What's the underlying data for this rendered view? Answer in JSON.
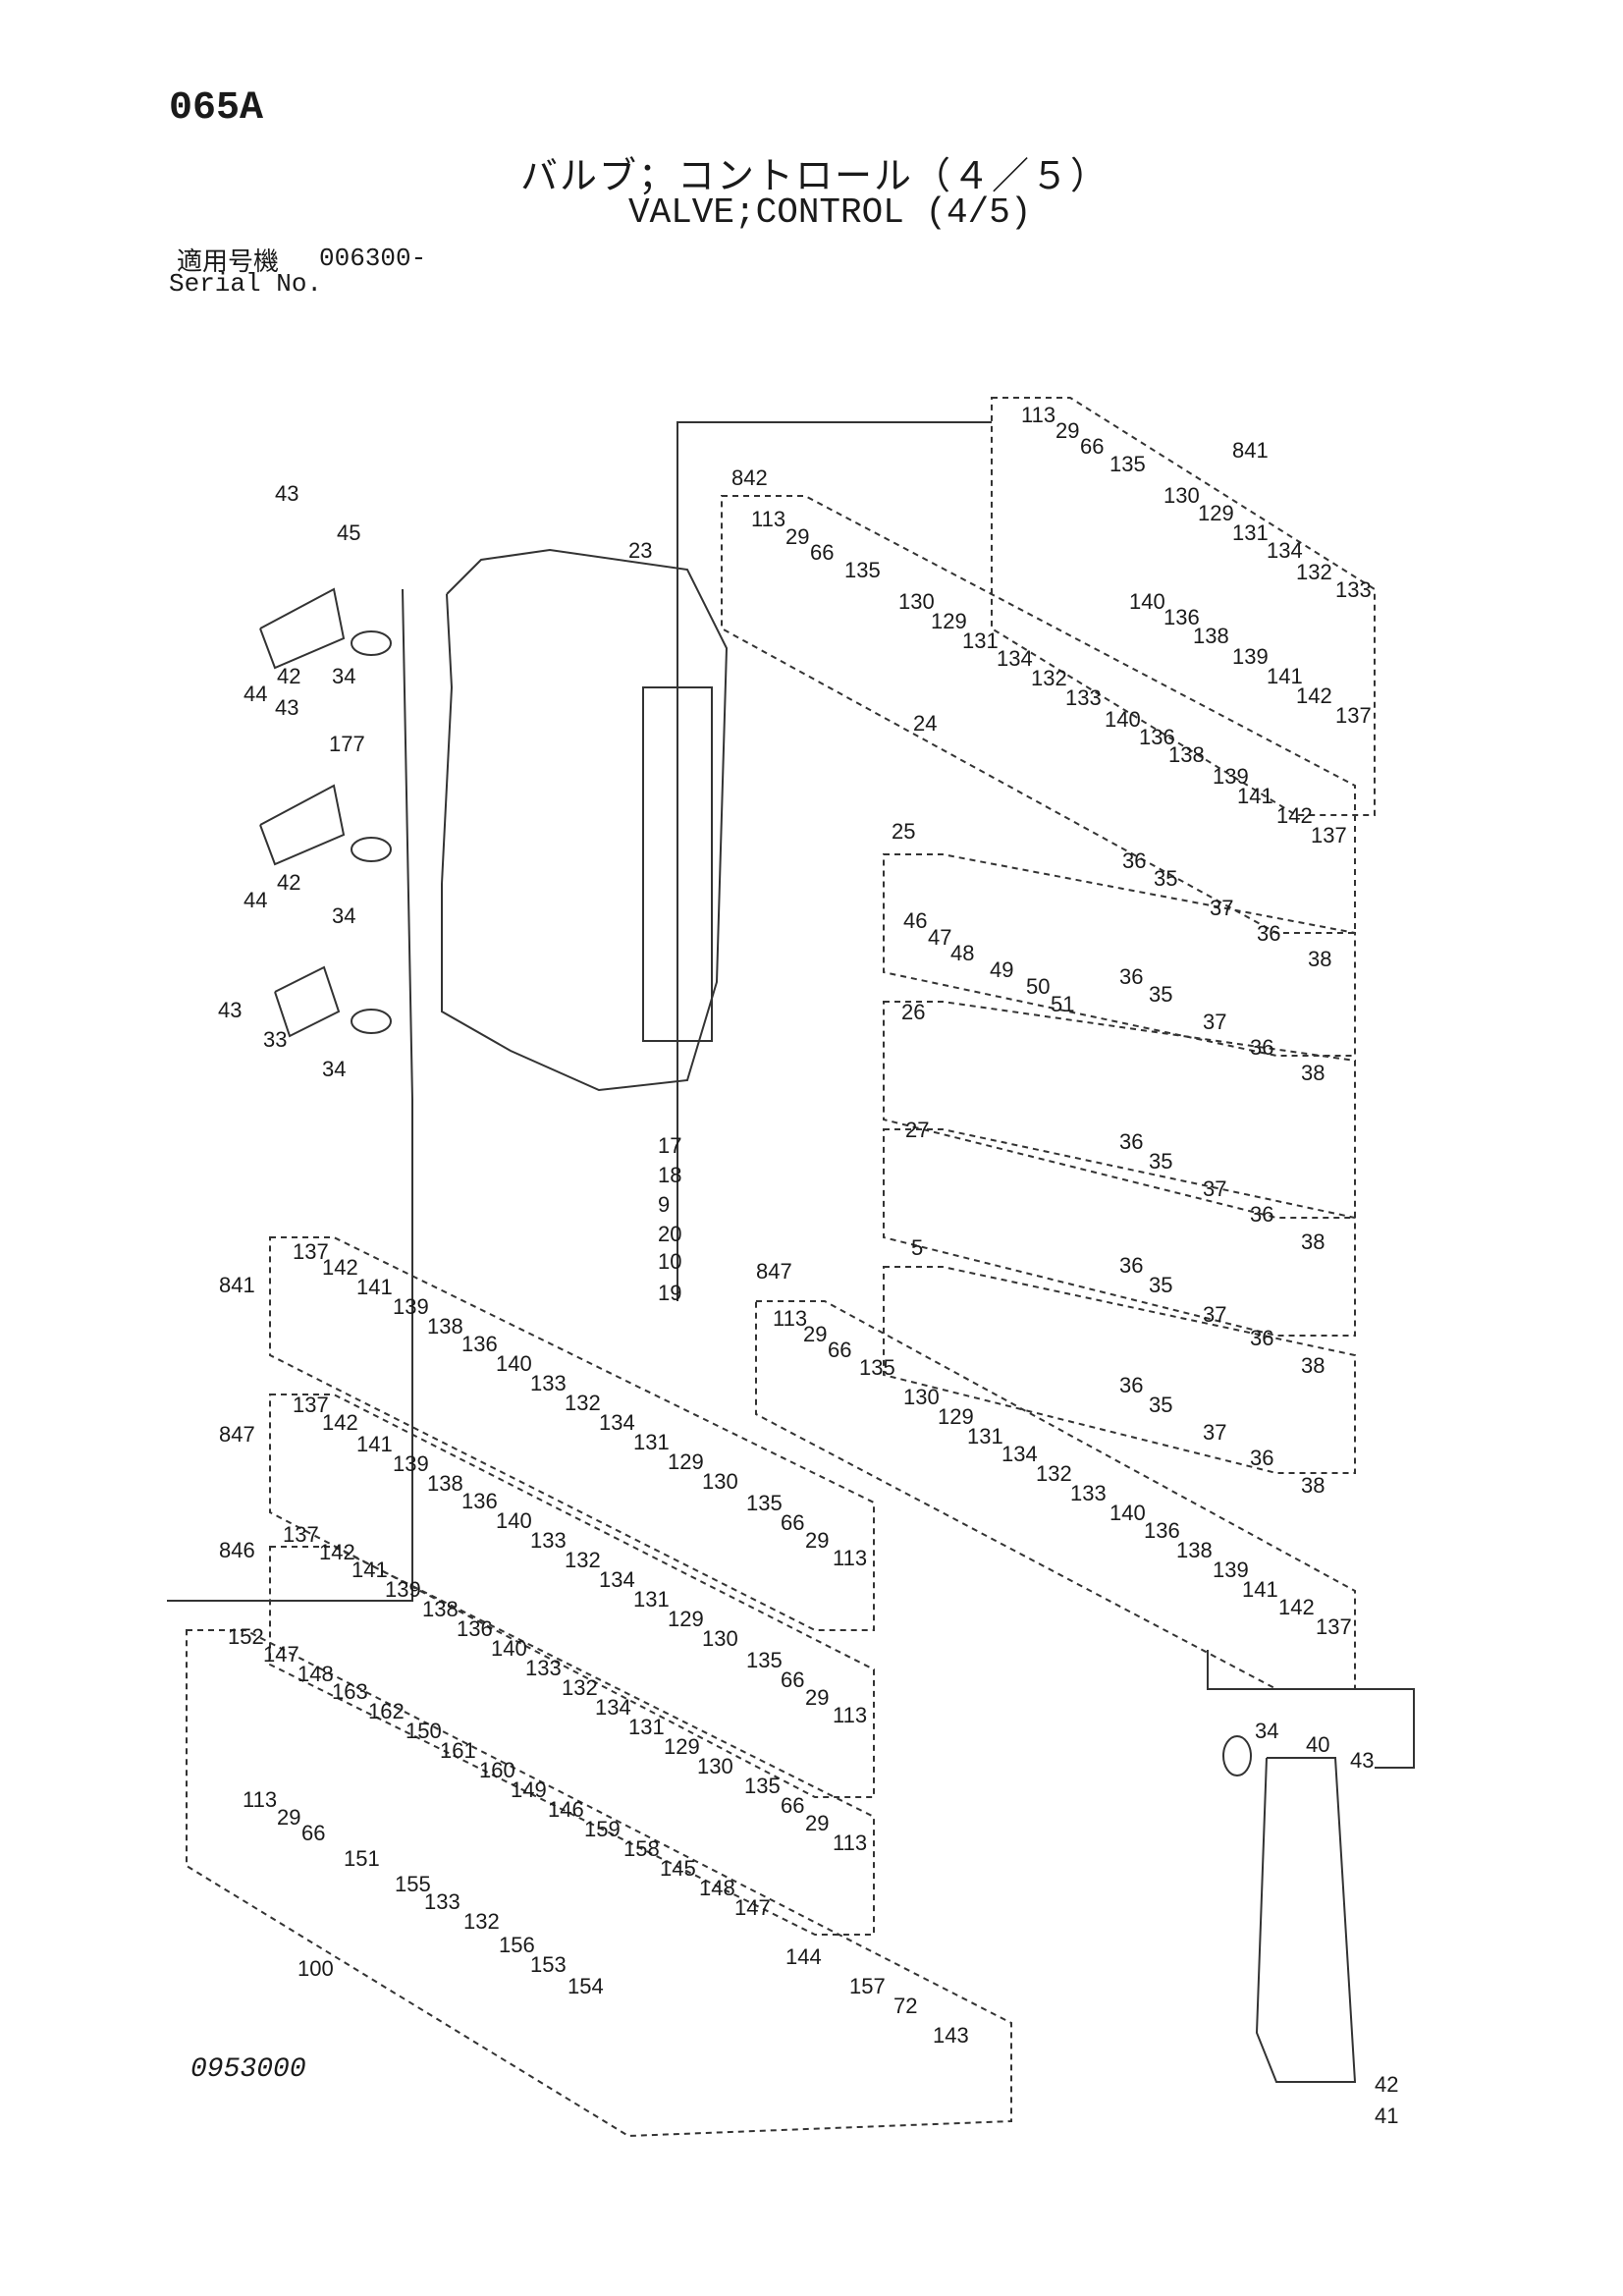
{
  "page_code": "065A",
  "title_jp": "バルブ；コントロール（４／５）",
  "title_en": "VALVE;CONTROL (4/5)",
  "serial": {
    "label_jp": "適用号機",
    "value": "006300-",
    "label_en": "Serial No."
  },
  "drawing_number": "0953000",
  "callouts": {
    "c1": "113",
    "c2": "29",
    "c3": "66",
    "c4": "135",
    "c5": "841",
    "c6": "130",
    "c7": "129",
    "c8": "131",
    "c9": "134",
    "c10": "132",
    "c11": "133",
    "c12": "140",
    "c13": "136",
    "c14": "138",
    "c15": "139",
    "c16": "141",
    "c17": "142",
    "c18": "137",
    "c19": "842",
    "c20": "113",
    "c21": "29",
    "c22": "66",
    "c23": "135",
    "c24": "130",
    "c25": "129",
    "c26": "131",
    "c27": "134",
    "c28": "132",
    "c29": "133",
    "c30": "140",
    "c31": "136",
    "c32": "138",
    "c33": "139",
    "c34": "141",
    "c35": "142",
    "c36": "137",
    "c37": "43",
    "c38": "45",
    "c39": "23",
    "c40": "34",
    "c41": "42",
    "c42": "44",
    "c43": "43",
    "c44": "177",
    "c45": "42",
    "c46": "44",
    "c47": "34",
    "c48": "43",
    "c49": "33",
    "c50": "34",
    "c51": "24",
    "c52": "25",
    "c53": "36",
    "c54": "35",
    "c55": "37",
    "c56": "36",
    "c57": "38",
    "c58": "46",
    "c59": "47",
    "c60": "48",
    "c61": "49",
    "c62": "50",
    "c63": "51",
    "c64": "36",
    "c65": "35",
    "c66": "37",
    "c67": "36",
    "c68": "38",
    "c69": "26",
    "c70": "27",
    "c71": "36",
    "c72": "35",
    "c73": "37",
    "c74": "36",
    "c75": "38",
    "c76": "5",
    "c77": "36",
    "c78": "35",
    "c79": "37",
    "c80": "36",
    "c81": "38",
    "c82": "36",
    "c83": "35",
    "c84": "37",
    "c85": "36",
    "c86": "38",
    "c87": "17",
    "c88": "18",
    "c89": "9",
    "c90": "20",
    "c91": "10",
    "c92": "19",
    "c93": "847",
    "c94": "113",
    "c95": "29",
    "c96": "66",
    "c97": "135",
    "c98": "130",
    "c99": "129",
    "c100": "131",
    "c101": "134",
    "c102": "132",
    "c103": "133",
    "c104": "140",
    "c105": "136",
    "c106": "138",
    "c107": "139",
    "c108": "141",
    "c109": "142",
    "c110": "137",
    "c111": "137",
    "c112": "142",
    "c113": "841",
    "c114": "141",
    "c115": "139",
    "c116": "138",
    "c117": "136",
    "c118": "140",
    "c119": "133",
    "c120": "132",
    "c121": "134",
    "c122": "131",
    "c123": "129",
    "c124": "130",
    "c125": "135",
    "c126": "66",
    "c127": "29",
    "c128": "113",
    "c129": "137",
    "c130": "142",
    "c131": "847",
    "c132": "141",
    "c133": "139",
    "c134": "138",
    "c135": "136",
    "c136": "140",
    "c137": "133",
    "c138": "132",
    "c139": "134",
    "c140": "131",
    "c141": "129",
    "c142": "130",
    "c143": "135",
    "c144": "66",
    "c145": "29",
    "c146": "113",
    "c147": "137",
    "c148": "846",
    "c149": "142",
    "c150": "141",
    "c151": "139",
    "c152": "138",
    "c153": "136",
    "c154": "140",
    "c155": "133",
    "c156": "132",
    "c157": "134",
    "c158": "131",
    "c159": "129",
    "c160": "130",
    "c161": "135",
    "c162": "66",
    "c163": "29",
    "c164": "113",
    "c165": "152",
    "c166": "147",
    "c167": "148",
    "c168": "163",
    "c169": "162",
    "c170": "150",
    "c171": "161",
    "c172": "160",
    "c173": "149",
    "c174": "146",
    "c175": "159",
    "c176": "158",
    "c177": "145",
    "c178": "148",
    "c179": "147",
    "c180": "113",
    "c181": "29",
    "c182": "66",
    "c183": "151",
    "c184": "155",
    "c185": "133",
    "c186": "132",
    "c187": "156",
    "c188": "153",
    "c189": "154",
    "c190": "100",
    "c191": "144",
    "c192": "157",
    "c193": "72",
    "c194": "143",
    "c195": "34",
    "c196": "40",
    "c197": "43",
    "c198": "42",
    "c199": "41"
  }
}
